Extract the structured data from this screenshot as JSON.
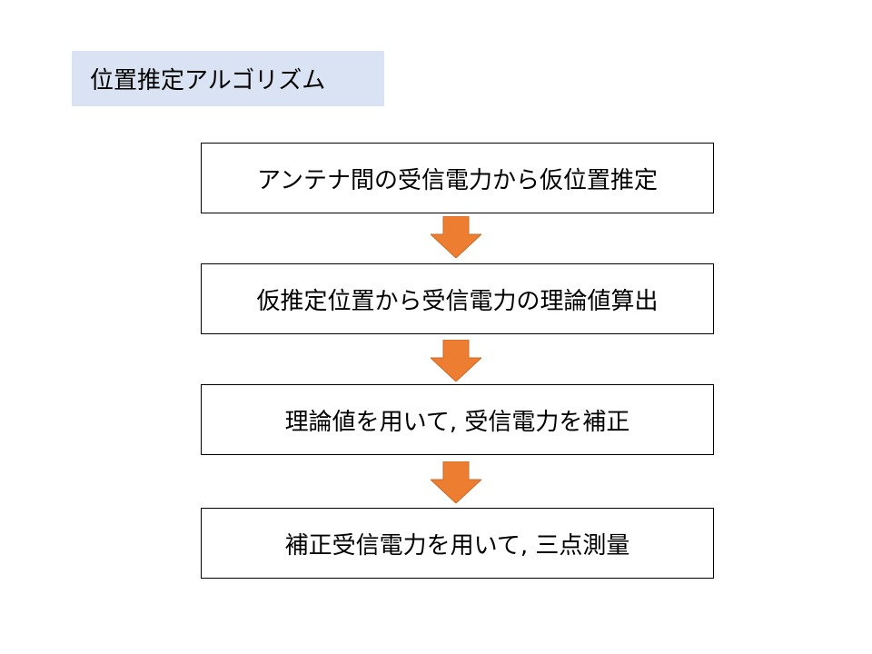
{
  "title": "位置推定アルゴリズム",
  "steps": [
    {
      "label": "アンテナ間の受信電力から仮位置推定"
    },
    {
      "label": "仮推定位置から受信電力の理論値算出"
    },
    {
      "label": "理論値を用いて, 受信電力を補正"
    },
    {
      "label": "補正受信電力を用いて, 三点測量"
    }
  ],
  "colors": {
    "title_background": "#dae3f3",
    "arrow_fill": "#ed7d31",
    "box_border": "#000000"
  }
}
